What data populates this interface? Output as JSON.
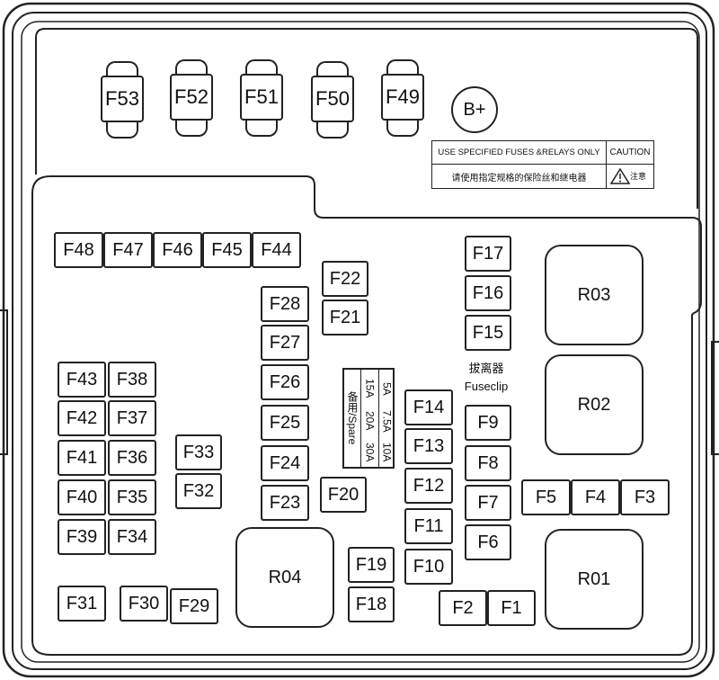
{
  "top_fuses": [
    "F53",
    "F52",
    "F51",
    "F50",
    "F49"
  ],
  "bplus": "B+",
  "caution": {
    "en": "USE SPECIFIED FUSES &RELAYS ONLY",
    "title": "CAUTION",
    "cn": "请使用指定规格的保险丝和继电器",
    "cn_caution": "注意"
  },
  "fuses": {
    "F48": "F48",
    "F47": "F47",
    "F46": "F46",
    "F45": "F45",
    "F44": "F44",
    "F43": "F43",
    "F42": "F42",
    "F41": "F41",
    "F40": "F40",
    "F39": "F39",
    "F38": "F38",
    "F37": "F37",
    "F36": "F36",
    "F35": "F35",
    "F34": "F34",
    "F33": "F33",
    "F32": "F32",
    "F31": "F31",
    "F30": "F30",
    "F29": "F29",
    "F28": "F28",
    "F27": "F27",
    "F26": "F26",
    "F25": "F25",
    "F24": "F24",
    "F23": "F23",
    "F22": "F22",
    "F21": "F21",
    "F20": "F20",
    "F19": "F19",
    "F18": "F18",
    "F17": "F17",
    "F16": "F16",
    "F15": "F15",
    "F14": "F14",
    "F13": "F13",
    "F12": "F12",
    "F11": "F11",
    "F10": "F10",
    "F9": "F9",
    "F8": "F8",
    "F7": "F7",
    "F6": "F6",
    "F5": "F5",
    "F4": "F4",
    "F3": "F3",
    "F2": "F2",
    "F1": "F1"
  },
  "relays": {
    "R01": "R01",
    "R02": "R02",
    "R03": "R03",
    "R04": "R04"
  },
  "spare": {
    "label": "备用/Spare",
    "row1": [
      "15A",
      "20A",
      "30A"
    ],
    "row2": [
      "5A",
      "7.5A",
      "10A"
    ]
  },
  "fuse_clip": {
    "cn": "拔离器",
    "en": "Fuseclip"
  }
}
